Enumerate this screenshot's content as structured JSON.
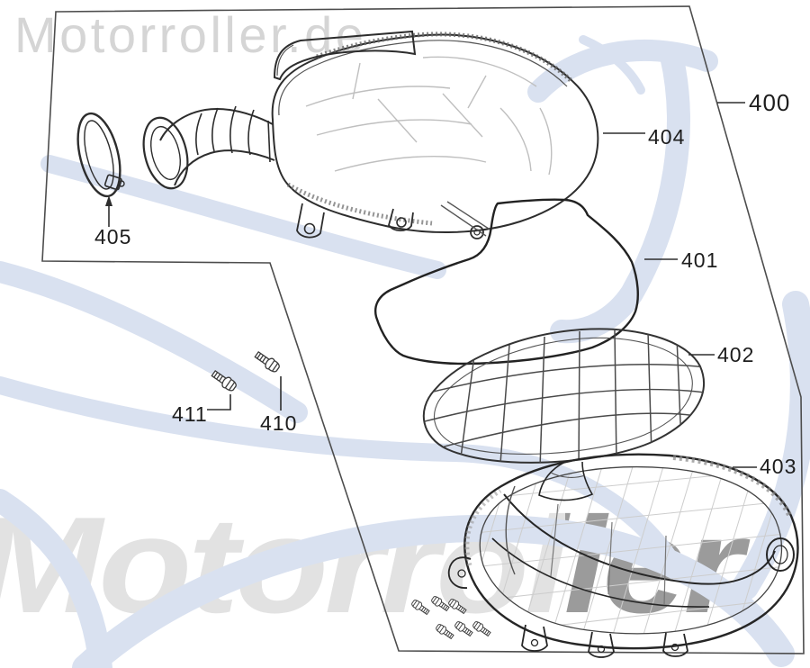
{
  "watermarks": {
    "top": "Motorroller.de",
    "big": "Motorroller"
  },
  "callouts": [
    {
      "text": "400"
    },
    {
      "text": "404"
    },
    {
      "text": "401"
    },
    {
      "text": "402"
    },
    {
      "text": "403"
    },
    {
      "text": "405"
    },
    {
      "text": "411"
    },
    {
      "text": "410"
    }
  ],
  "colors": {
    "background": "#ffffff",
    "line_art": "#2b2b2b",
    "watermark_blue": "#d9e1f0",
    "watermark_gray_light": "#e2e2e2",
    "watermark_gray_dark": "#9b9b9b",
    "watermark_top_gray": "#d5d5d5",
    "callout_text": "#1d1d1d"
  }
}
